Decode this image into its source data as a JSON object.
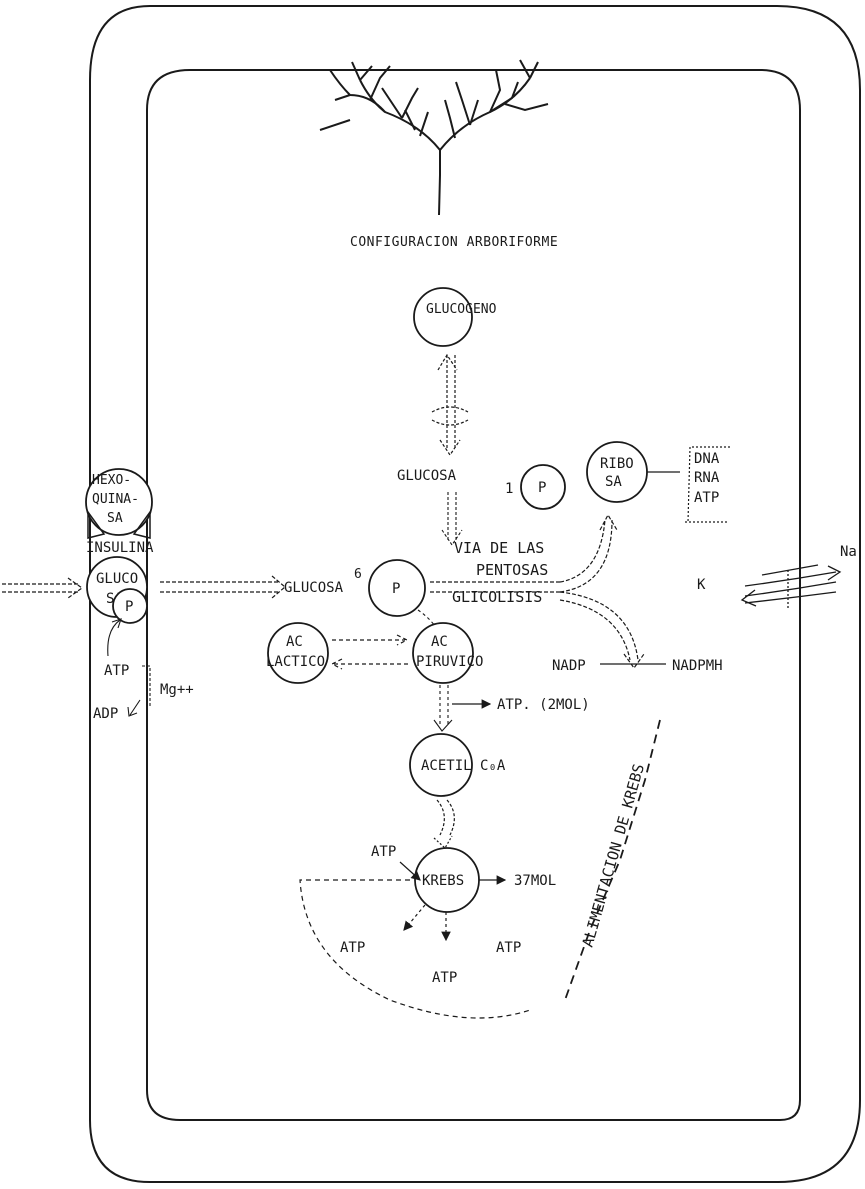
{
  "title": "CONFIGURACION ARBORIFORME",
  "nodes": {
    "glucogeno": "GLUCOGENO",
    "hexoquinasa": [
      "HEXO-",
      "QUINA-",
      "SA"
    ],
    "glucosa_membrane": [
      "GLUCO",
      "SA"
    ],
    "phosphate_small": "P",
    "phosphate_main": "P",
    "phosphate_one": "P",
    "ribosa": [
      "RIBO",
      "SA"
    ],
    "ac_lactico": [
      "AC",
      "LACTICO"
    ],
    "ac_piruvico": [
      "AC",
      "PIRUVICO"
    ],
    "acetil_coa": "ACETIL C₀A",
    "krebs": "KREBS"
  },
  "labels": {
    "insulina": "INSULINA",
    "glucosa": "GLUCOSA",
    "one": "1",
    "glucosa6": "GLUCOSA",
    "six": "6",
    "via_line1": "VIA DE LAS",
    "via_line2": "PENTOSAS",
    "glicolisis": "GLICOLISIS",
    "dna": "DNA",
    "rna": "RNA",
    "atp_ribosa": "ATP",
    "na": "Na",
    "k": "K",
    "atp_left": "ATP",
    "adp_left": "ADP",
    "mg": "Mg++",
    "nadp": "NADP",
    "nadpmh": "NADPMH",
    "atp_2mol": "ATP. (2MOL)",
    "alimentacion": "ALIMENTACION DE KREBS",
    "atp_krebs_top": "ATP",
    "mol37": "37MOL",
    "atp_krebs_left": "ATP",
    "atp_krebs_bottom": "ATP",
    "atp_krebs_right": "ATP"
  }
}
